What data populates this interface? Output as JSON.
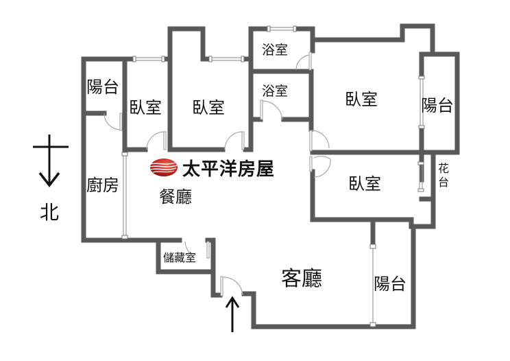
{
  "brand": {
    "name": "太平洋房屋",
    "logo_icon": "red-wave-sphere-icon",
    "logo_color": "#c8201e"
  },
  "compass": {
    "direction_label": "北",
    "arrow_icon": "north-arrow-down-icon"
  },
  "entrance": {
    "arrow_icon": "entrance-arrow-up-icon"
  },
  "rooms": {
    "balcony_west": "陽台",
    "bedroom_1": "臥室",
    "bedroom_2": "臥室",
    "bathroom_1": "浴室",
    "bathroom_2": "浴室",
    "master_bedroom": "臥室",
    "balcony_east": "陽台",
    "kitchen": "廚房",
    "dining_room": "餐廳",
    "bedroom_4": "臥室",
    "flower_bed": "花台",
    "storage_room": "儲藏室",
    "living_room": "客廳",
    "balcony_south": "陽台"
  },
  "colors": {
    "wall": "#595959",
    "text": "#111111",
    "background": "#ffffff"
  }
}
